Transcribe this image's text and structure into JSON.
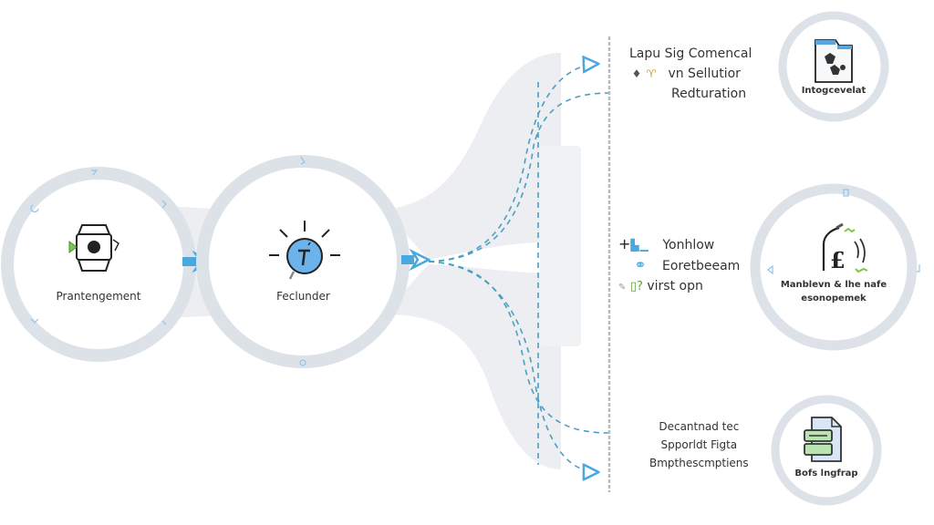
{
  "diagram": {
    "colors": {
      "ring": "#dde2e8",
      "band": "#eceef1",
      "accent": "#4aa8de",
      "dash": "#4a9fc4",
      "divider": "#b8bcc2",
      "text": "#333333",
      "green": "#7bc74d"
    },
    "nodes": [
      {
        "id": "main-1",
        "label": "Prantengement",
        "icon": "smartwatch-gear-icon"
      },
      {
        "id": "main-2",
        "label": "Feclunder",
        "icon": "lightbulb-icon"
      }
    ],
    "output_nodes": [
      {
        "id": "out-1",
        "label": "Intogcevelat",
        "icon": "document-image-icon"
      },
      {
        "id": "out-2",
        "label_lines": [
          "Manblevn & lhe nafe",
          "esonopemek"
        ],
        "icon": "pound-currency-icon"
      },
      {
        "id": "out-3",
        "label": "Bofs lngfrap",
        "icon": "stacked-documents-icon"
      }
    ],
    "text_groups": [
      {
        "id": "group-top",
        "lines": [
          "Lapu Sig Comencal",
          "vn Sellutior",
          "Redturation"
        ],
        "icons": [
          "small-marker-icon",
          "trophy-icon"
        ]
      },
      {
        "id": "group-middle",
        "items": [
          {
            "icon": "plus-chart-icon",
            "text": "Yonhlow"
          },
          {
            "icon": "link-icon",
            "text": "Eoretbeeam"
          },
          {
            "icon": "doc-question-icon",
            "text": "virst opn"
          }
        ]
      },
      {
        "id": "group-bottom",
        "lines": [
          "Decantnad tec",
          "Spporldt Figta",
          "Bmpthescmptiens"
        ]
      }
    ]
  }
}
